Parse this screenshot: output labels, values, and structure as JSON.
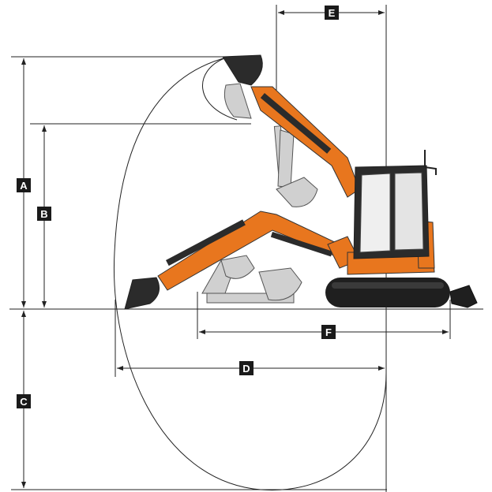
{
  "diagram": {
    "dimension_labels": {
      "A": "A",
      "B": "B",
      "C": "C",
      "D": "D",
      "E": "E",
      "F": "F"
    },
    "colors": {
      "machine_orange": "#E8761E",
      "cab_dark": "#2B2B2B",
      "track_dark": "#1F1F1F",
      "label_box": "#1A1A1A",
      "ghost_gray": "#BDBDBD",
      "line": "#222222"
    }
  }
}
